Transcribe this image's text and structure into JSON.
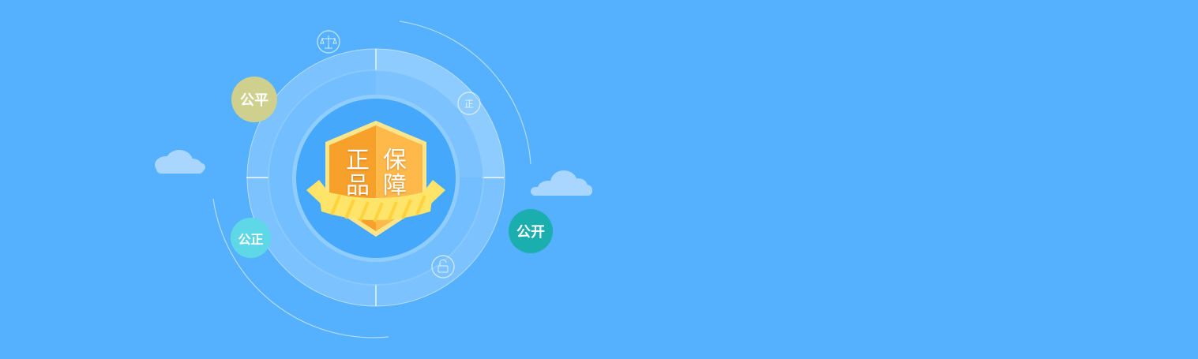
{
  "colors": {
    "background": "#55b0fd",
    "outer_disc": "#7cc2fe",
    "outer_disc_right": "#8ecbfe",
    "inner_disc": "#46a8fb",
    "badge_orange": "#f7a02a",
    "badge_light": "#ffb84a",
    "ribbon_yellow": "#ffe46a",
    "bubble_fair": "#cfd08e",
    "bubble_just": "#5ed8e6",
    "bubble_open": "#1aaeaf",
    "line_white": "#ffffff"
  },
  "badge": {
    "chars": [
      "正",
      "保",
      "品",
      "障"
    ]
  },
  "bubbles": {
    "fair": "公平",
    "just": "公正",
    "open": "公开"
  },
  "icons": {
    "scale": "scale-icon",
    "zheng": "正",
    "lock": "unlock-icon"
  }
}
